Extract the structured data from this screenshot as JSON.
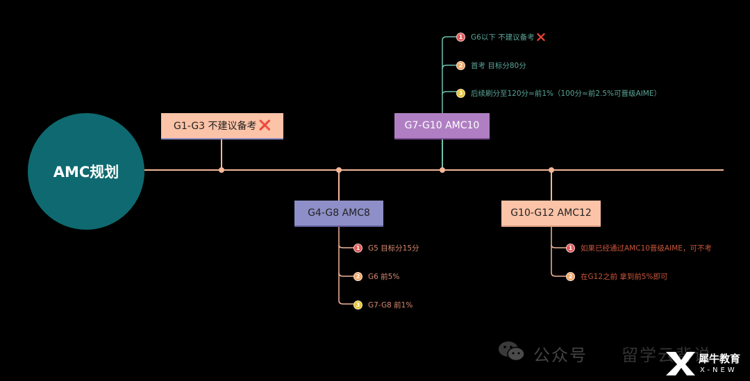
{
  "root": {
    "label": "AMC规划"
  },
  "nodes": {
    "g1g3": {
      "label": "G1-G3 不建议备考",
      "mark": "❌"
    },
    "g4g8": {
      "label": "G4-G8 AMC8",
      "notes": [
        {
          "num": "1",
          "text": "G5 目标分15分"
        },
        {
          "num": "2",
          "text": "G6 前5%"
        },
        {
          "num": "3",
          "text": "G7-G8 前1%"
        }
      ]
    },
    "g7g10": {
      "label": "G7-G10 AMC10",
      "notes": [
        {
          "num": "1",
          "text": "G6以下 不建议备考",
          "mark": "❌"
        },
        {
          "num": "2",
          "text": "首考 目标分80分"
        },
        {
          "num": "3",
          "text": "后续刷分至120分≈前1%（100分≈前2.5%可晋级AIME）"
        }
      ]
    },
    "g10g12": {
      "label": "G10-G12 AMC12",
      "notes": [
        {
          "num": "1",
          "text": "如果已经通过AMC10晋级AIME，可不考"
        },
        {
          "num": "2",
          "text": "在G12之前 拿到前5%即可"
        }
      ]
    }
  },
  "watermark": {
    "wechat": "公众号",
    "account": "留学云背说"
  },
  "logo": {
    "cn": "犀牛教育",
    "en": "X-NEW"
  },
  "colors": {
    "root": "#0e6a70",
    "line": "#f4b79a",
    "g1g3": "#fbc3a7",
    "g4g8": "#8e8fc8",
    "g7g10": "#b07fc3",
    "g10g12": "#fbc3a7",
    "teal": "#6fc2b0",
    "badge1": "#e35a5a",
    "badge2": "#f0a868",
    "badge3": "#e8c43a"
  }
}
